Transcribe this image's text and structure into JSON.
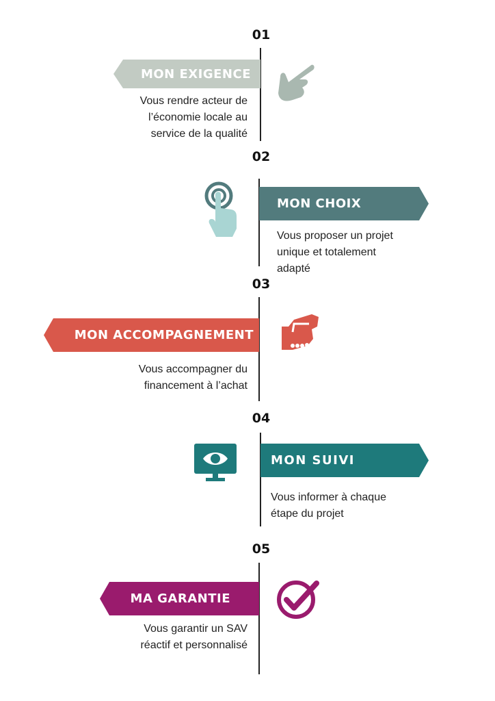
{
  "steps": [
    {
      "number": "01",
      "title": "MON EXIGENCE",
      "lines": [
        "Vous rendre acteur de",
        "l’économie locale au",
        "service de la qualité"
      ],
      "color": "#c2cbc3",
      "icon": "pointing-hand-icon"
    },
    {
      "number": "02",
      "title": "MON CHOIX",
      "lines": [
        "Vous proposer un projet",
        "unique et totalement",
        "adapté"
      ],
      "color": "#527b7d",
      "icon": "touch-target-icon"
    },
    {
      "number": "03",
      "title": "MON ACCOMPAGNEMENT",
      "lines": [
        "Vous accompagner du",
        "financement à l’achat"
      ],
      "color": "#d9584b",
      "icon": "handshake-icon"
    },
    {
      "number": "04",
      "title": "MON SUIVI",
      "lines": [
        "Vous informer à chaque",
        "étape du projet"
      ],
      "color": "#1e7a7b",
      "icon": "monitor-eye-icon"
    },
    {
      "number": "05",
      "title": "MA GARANTIE",
      "lines": [
        "Vous garantir un SAV",
        "réactif et personnalisé"
      ],
      "color": "#9a1b6d",
      "icon": "check-circle-icon"
    }
  ]
}
